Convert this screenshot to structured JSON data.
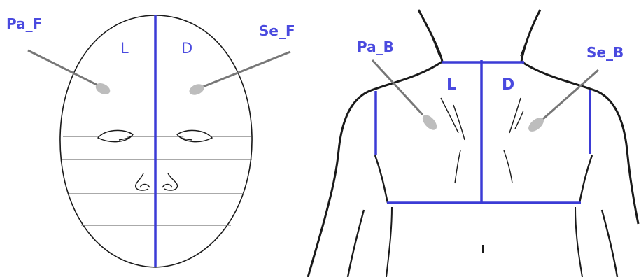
{
  "colors": {
    "accent_blue": "#3b3bd6",
    "label_blue": "#4a4adf",
    "outline": "#1a1a1a",
    "swab_stick": "#777777",
    "swab_tip": "#bdbdbd"
  },
  "face_panel": {
    "label_left": "L",
    "label_right": "D",
    "swab_left_label": "Pa_F",
    "swab_right_label": "Se_F"
  },
  "back_panel": {
    "label_left": "L",
    "label_right": "D",
    "swab_left_label": "Pa_B",
    "swab_right_label": "Se_B"
  }
}
